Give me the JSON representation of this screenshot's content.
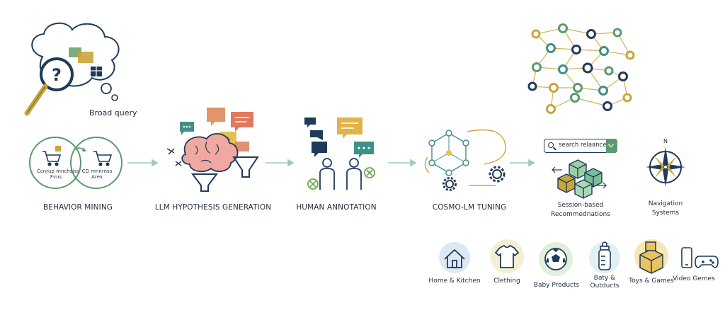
{
  "query_label": "Broad query",
  "stages": [
    {
      "id": "behavior",
      "label": "BEHAVIOR MINING"
    },
    {
      "id": "llm",
      "label": "LLM HYPOTHESIS GENERATION"
    },
    {
      "id": "annotation",
      "label": "HUMAN ANNOTATION"
    },
    {
      "id": "tuning",
      "label": "COSMO-LM TUNING"
    }
  ],
  "behavior_circles": {
    "left_text_1": "Ccnrup mnchsiss",
    "left_text_2": "Fvus",
    "right_text_1": "CD mnnrnss",
    "right_text_2": "Arex"
  },
  "search": {
    "placeholder": "search relaance"
  },
  "outputs": {
    "session_line1": "Session-based",
    "session_line2": "Recommednations",
    "nav_line1": "Navigation",
    "nav_line2": "Systems",
    "compass_letter": "N"
  },
  "categories": [
    {
      "label": "Home & Kitchen",
      "icon": "house-icon"
    },
    {
      "label": "Clething",
      "icon": "tshirt-icon"
    },
    {
      "label": "Baby Products",
      "icon": "soccer-ball-icon"
    },
    {
      "label_line1": "Baty &",
      "label_line2": "Outducts",
      "icon": "baby-bottle-icon"
    },
    {
      "label": "Toys & Games",
      "icon": "toy-box-icon"
    },
    {
      "label": "Video Gemes",
      "icon": "gamepad-icon"
    }
  ],
  "colors": {
    "navy": "#1f3b5a",
    "green": "#5b9a6e",
    "mustard": "#c9a53a",
    "coral": "#e07a5f",
    "teal": "#3f8f8a",
    "arrow": "#9cc9c2"
  }
}
